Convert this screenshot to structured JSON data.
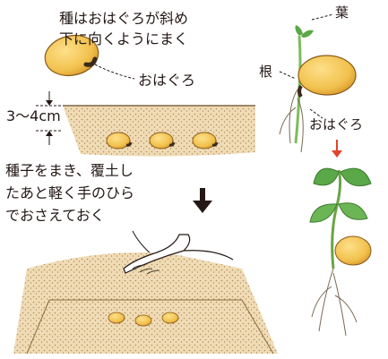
{
  "annotations": {
    "seed_direction_line1": "種はおはぐろが斜め",
    "seed_direction_line2": "下に向くようにまく",
    "hilum": "おはぐろ",
    "depth": "3〜4cm",
    "sowing_line1": "種子をまき、覆土し",
    "sowing_line2": "たあと軽く手のひら",
    "sowing_line3": "でおさえておく",
    "leaf": "葉",
    "root": "根",
    "hilum_sprout": "おはぐろ"
  },
  "colors": {
    "seed_yellow": "#f2c14e",
    "seed_shade": "#d99a2b",
    "hilum_dark": "#3a2a1a",
    "soil": "#e3c89b",
    "soil_dark": "#b98c55",
    "leaf_green": "#5aa847",
    "arrow_red": "#e0452b",
    "ink": "#231815"
  },
  "icons": {
    "down_arrow": "down-arrow-icon",
    "growth_arrow": "growth-arrow-icon"
  }
}
